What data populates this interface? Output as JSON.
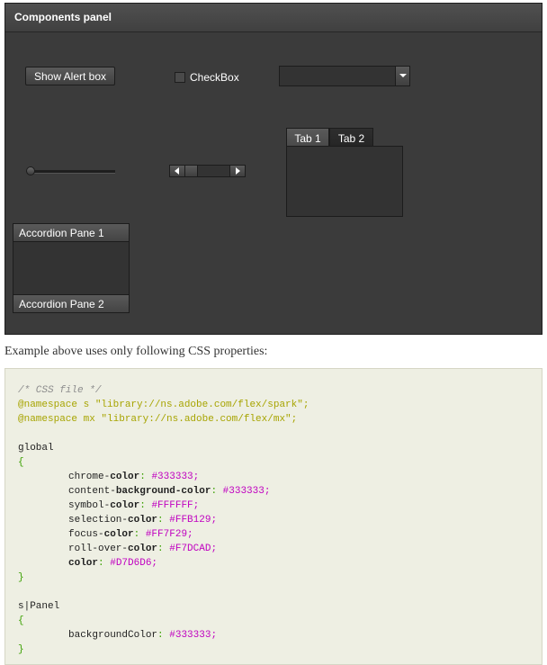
{
  "panel": {
    "title": "Components panel",
    "alert_button": "Show Alert box",
    "checkbox_label": "CheckBox",
    "tabs": [
      "Tab 1",
      "Tab 2"
    ],
    "accordion": [
      "Accordion Pane 1",
      "Accordion Pane 2"
    ],
    "slider_value": 0
  },
  "caption": "Example above uses only following CSS properties:",
  "code": {
    "comment": "/* CSS file */",
    "ns1_kw": "@namespace",
    "ns1_rest": " s \"library://ns.adobe.com/flex/spark\";",
    "ns2_kw": "@namespace",
    "ns2_rest": " mx \"library://ns.adobe.com/flex/mx\";",
    "global_sel": "global",
    "open1": "{",
    "props": [
      {
        "a": "chrome-",
        "b": "color",
        "colon": ":",
        "val": " #333333;"
      },
      {
        "a": "content-",
        "b": "background-color",
        "colon": ":",
        "val": " #333333;"
      },
      {
        "a": "symbol-",
        "b": "color",
        "colon": ":",
        "val": " #FFFFFF;"
      },
      {
        "a": "selection-",
        "b": "color",
        "colon": ":",
        "val": " #FFB129;"
      },
      {
        "a": "focus-",
        "b": "color",
        "colon": ":",
        "val": " #FF7F29;"
      },
      {
        "a": "roll-over-",
        "b": "color",
        "colon": ":",
        "val": " #F7DCAD;"
      },
      {
        "a": "",
        "b": "color",
        "colon": ":",
        "val": " #D7D6D6;"
      }
    ],
    "close1": "}",
    "panel_sel": "s|Panel",
    "open2": "{",
    "panel_prop": "backgroundColor",
    "panel_colon": ":",
    "panel_val": " #333333;",
    "close2": "}"
  }
}
